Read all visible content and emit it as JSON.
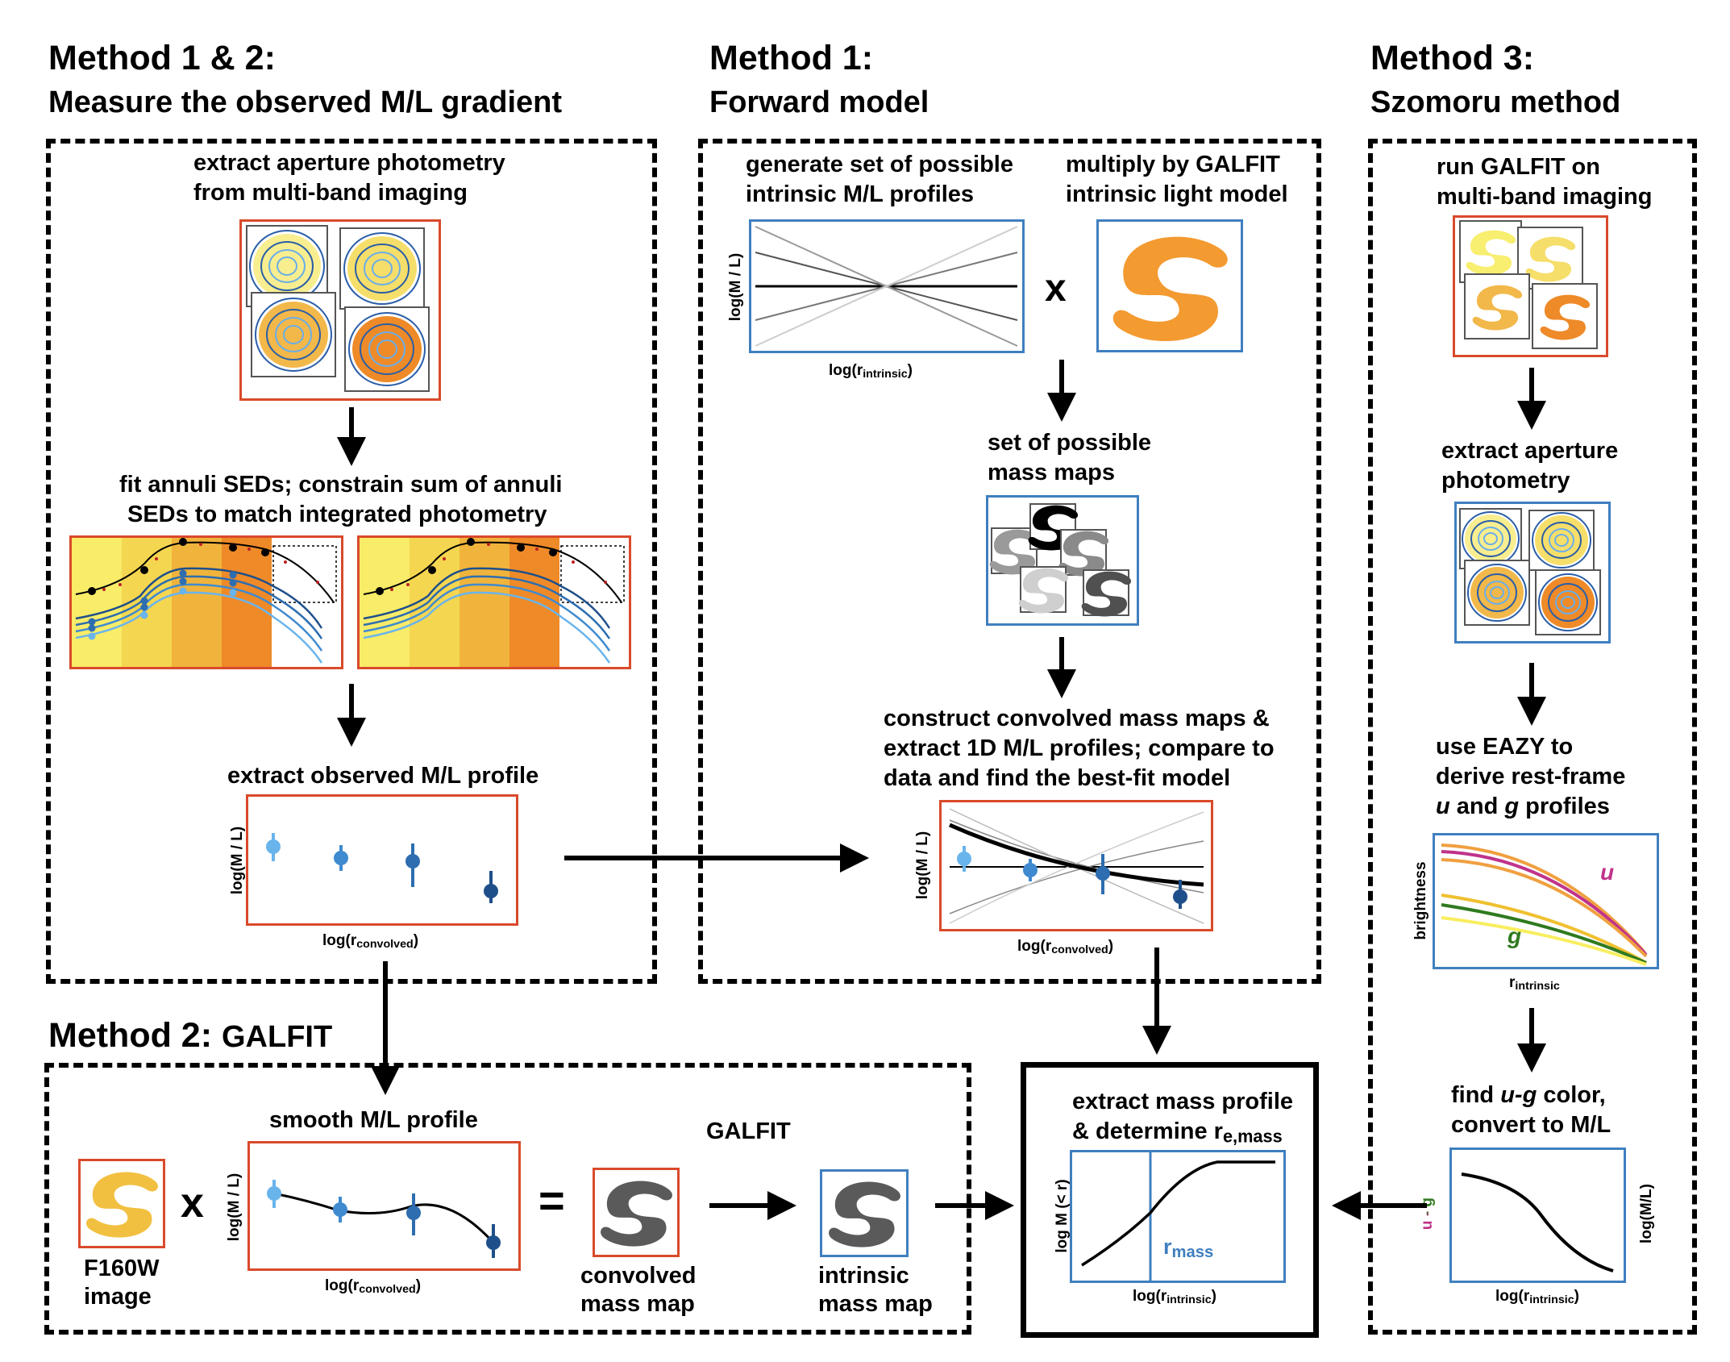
{
  "headers": {
    "m12_title": "Method 1 & 2:",
    "m12_sub": "Measure the observed M/L gradient",
    "m1_title": "Method 1:",
    "m1_sub": "Forward model",
    "m3_title": "Method 3:",
    "m3_sub": "Szomoru method",
    "m2_title": "Method 2:",
    "m2_tool": "GALFIT"
  },
  "method12": {
    "step1_l1": "extract aperture photometry",
    "step1_l2": "from multi-band imaging",
    "step2_l1": "fit annuli SEDs; constrain sum of annuli",
    "step2_l2": "SEDs to match integrated photometry",
    "step3": "extract observed M/L profile",
    "ylabel": "log(M / L)",
    "xlabel_main": "log(r",
    "xlabel_sub": "convolved",
    "xlabel_end": ")"
  },
  "method1": {
    "gen_l1": "generate set of possible",
    "gen_l2": "intrinsic M/L profiles",
    "mult_l1": "multiply by GALFIT",
    "mult_l2": "intrinsic light model",
    "times": "x",
    "ylabel": "log(M / L)",
    "xlabel_main": "log(r",
    "xlabel_sub": "intrinsic",
    "xlabel_end": ")",
    "maps_l1": "set of possible",
    "maps_l2": "mass maps",
    "conv_l1": "construct convolved mass maps &",
    "conv_l2": "extract 1D M/L profiles; compare to",
    "conv_l3": "data and find the best-fit model",
    "fit_ylabel": "log(M / L)",
    "fit_xlabel_main": "log(r",
    "fit_xlabel_sub": "convolved",
    "fit_xlabel_end": ")"
  },
  "method3": {
    "run_l1": "run GALFIT on",
    "run_l2": "multi-band imaging",
    "ext_l1": "extract aperture",
    "ext_l2": "photometry",
    "eazy_l1": "use EAZY to",
    "eazy_l2": "derive rest-frame",
    "eazy_l3_a": "u",
    "eazy_l3_b": " and ",
    "eazy_l3_c": "g",
    "eazy_l3_d": " profiles",
    "bright_ylabel": "brightness",
    "bright_xlabel_main": "r",
    "bright_xlabel_sub": "intrinsic",
    "u_label": "u",
    "g_label": "g",
    "find_l1_a": "find ",
    "find_l1_b": "u-g",
    "find_l1_c": " color,",
    "find_l2": "convert to M/L",
    "color_ylabel": "u - g",
    "ml_ylabel": "log(M/L)",
    "c_xlabel_main": "log(r",
    "c_xlabel_sub": "intrinsic",
    "c_xlabel_end": ")"
  },
  "method2": {
    "f160_l1": "F160W",
    "f160_l2": "image",
    "times": "x",
    "smooth": "smooth M/L profile",
    "ylabel": "log(M / L)",
    "xlabel_main": "log(r",
    "xlabel_sub": "convolved",
    "xlabel_end": ")",
    "equals": "=",
    "galfit": "GALFIT",
    "conv_l1": "convolved",
    "conv_l2": "mass map",
    "intr_l1": "intrinsic",
    "intr_l2": "mass map"
  },
  "final": {
    "l1": "extract mass profile",
    "l2_main": "& determine r",
    "l2_sub": "e,mass",
    "ylabel": "log M (< r)",
    "xlabel_main": "log(r",
    "xlabel_sub": "intrinsic",
    "xlabel_end": ")",
    "rmass_main": "r",
    "rmass_sub": "mass"
  },
  "colors": {
    "red_border": "#d94a2b",
    "blue_border": "#3f7fbf",
    "orange_galaxy": "#f39a30",
    "yellow_galaxy": "#f2c040",
    "gray_galaxy": "#5a5a5a",
    "u_color": "#c0338a",
    "g_color": "#2f7a1f",
    "rmass_color": "#3f7fbf"
  }
}
